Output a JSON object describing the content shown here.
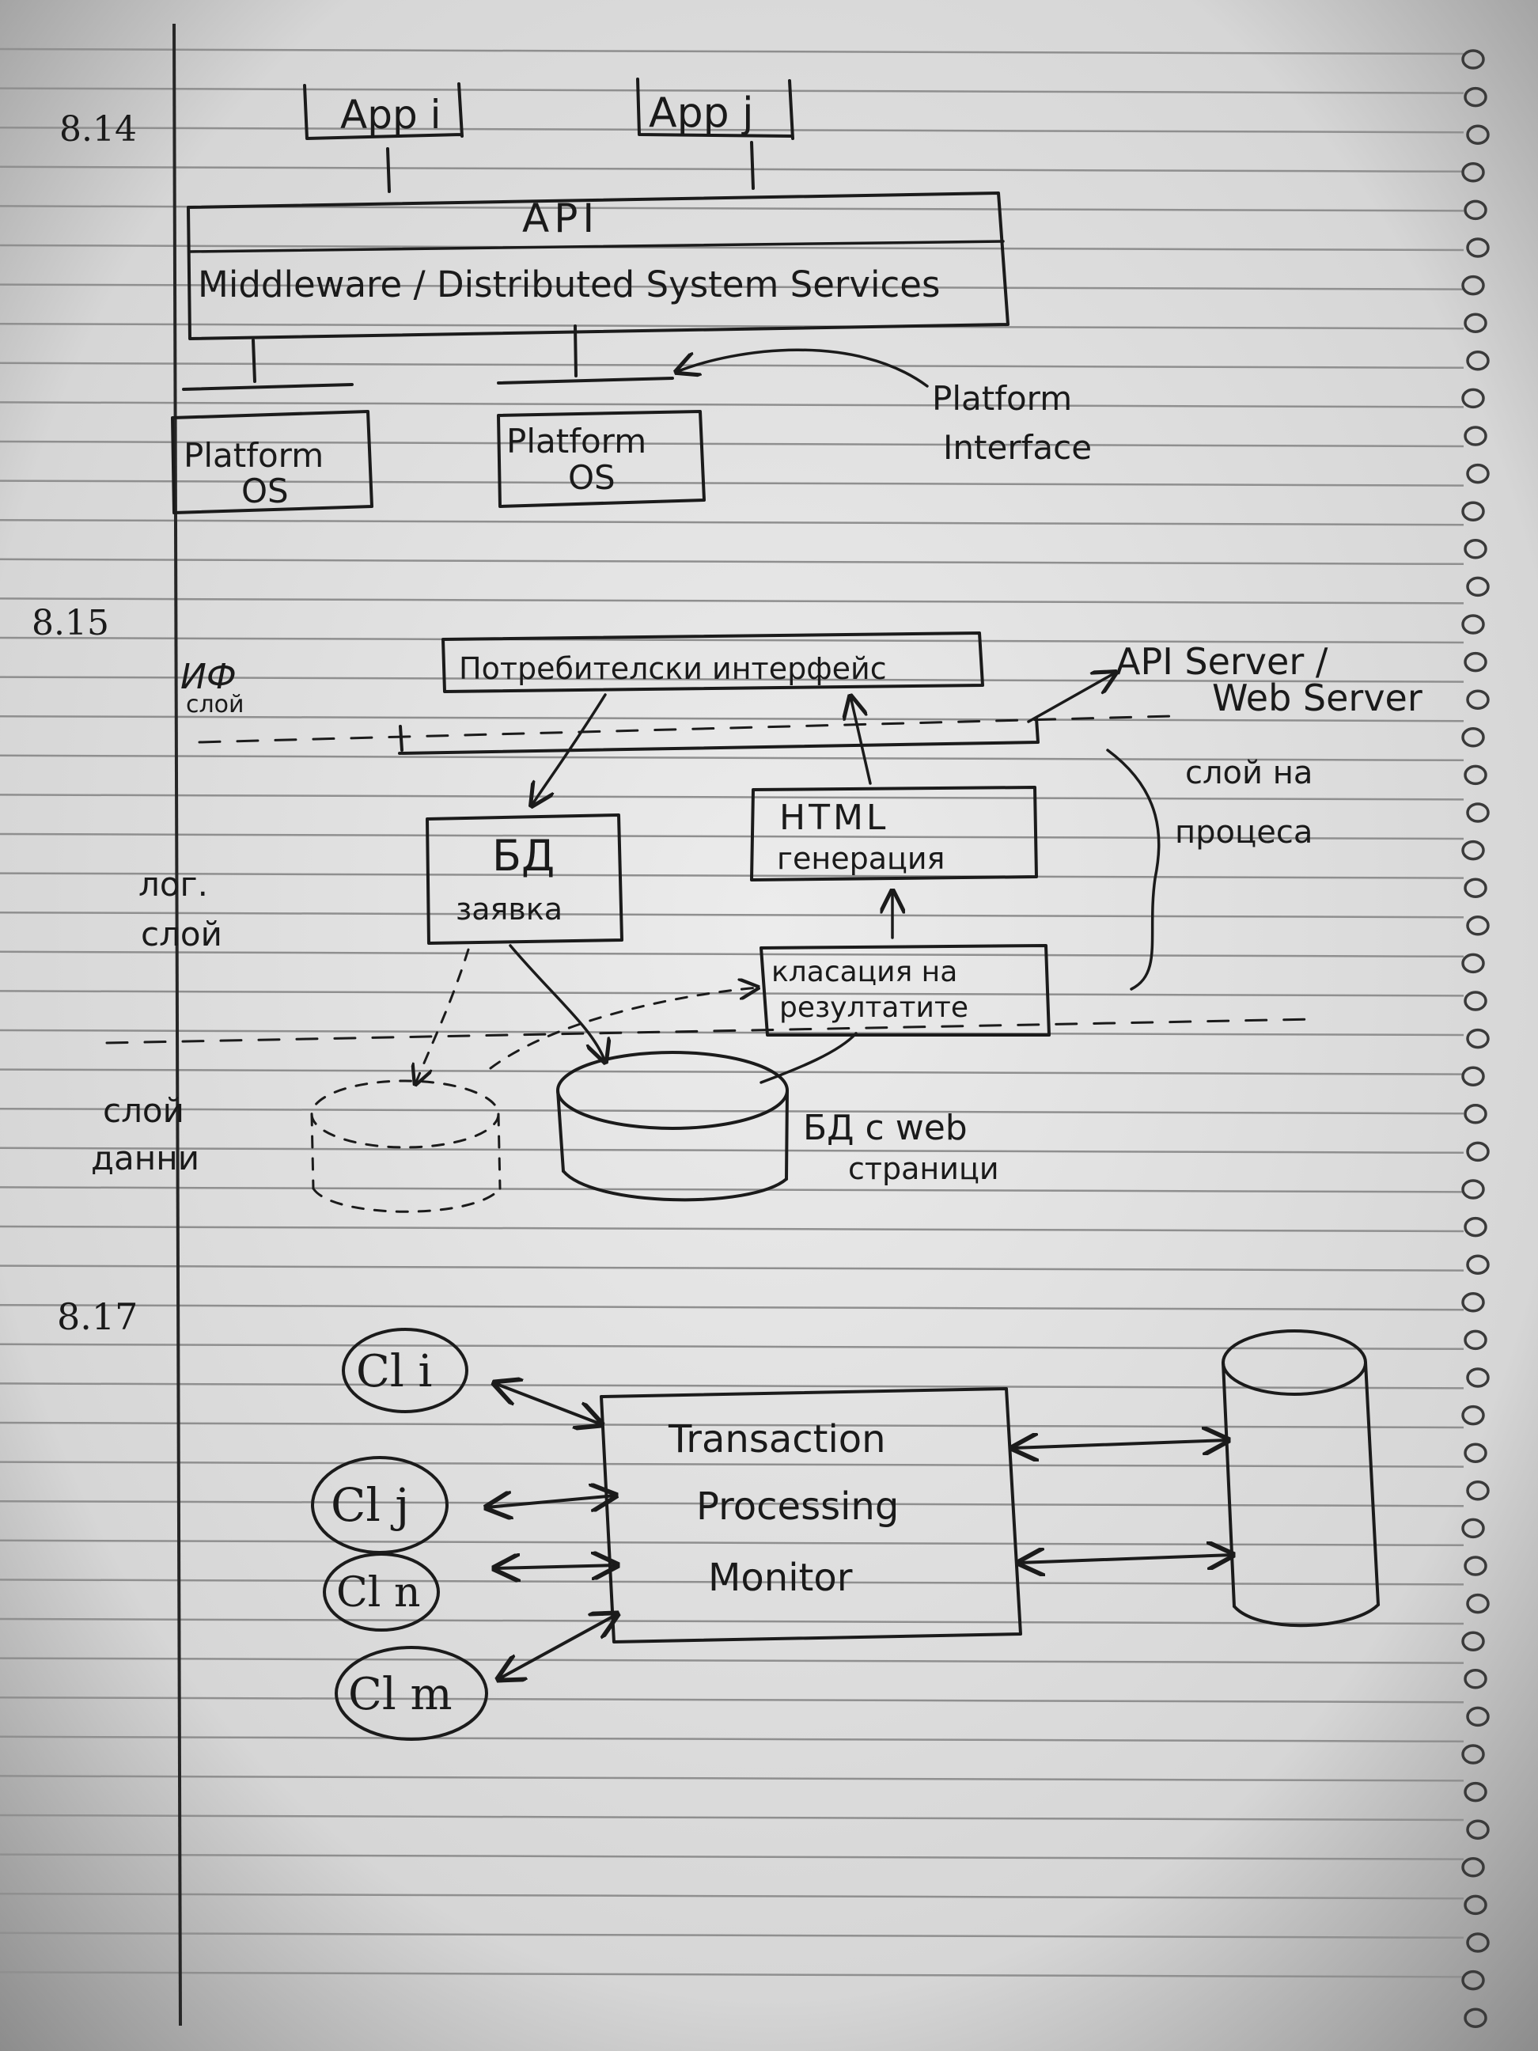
{
  "sections": [
    {
      "number": "8.14",
      "apps": [
        "App i",
        "App j"
      ],
      "api": "API",
      "middleware": "Middleware / Distributed System Services",
      "platforms": [
        {
          "line1": "Platform",
          "line2": "OS"
        },
        {
          "line1": "Platform",
          "line2": "OS"
        }
      ],
      "platform_interface": {
        "line1": "Platform",
        "line2": "Interface"
      }
    },
    {
      "number": "8.15",
      "if_layer": {
        "line1": "ИФ",
        "line2": "слой"
      },
      "ui_box": "Потребителски интерфейс",
      "api_server": {
        "line1": "API Server /",
        "line2": "Web Server"
      },
      "process_layer": {
        "line1": "слой на",
        "line2": "процеса"
      },
      "db_request": {
        "line1": "БД",
        "line2": "заявка"
      },
      "html_gen": {
        "line1": "HTML",
        "line2": "генерация"
      },
      "result_class": {
        "line1": "класация на",
        "line2": "резултатите"
      },
      "logic_layer": {
        "line1": "лог.",
        "line2": "слой"
      },
      "data_layer": {
        "line1": "слой",
        "line2": "данни"
      },
      "db_web": {
        "line1": "БД с web",
        "line2": "страници"
      }
    },
    {
      "number": "8.17",
      "clients": [
        "Cl i",
        "Cl j",
        "Cl n",
        "Cl m"
      ],
      "tpm": {
        "line1": "Transaction",
        "line2": "Processing",
        "line3": "Monitor"
      }
    }
  ],
  "colors": {
    "paper": "#e6e6e6",
    "ink": "#1b1b1b",
    "rule_line": "#8f8f8f",
    "margin_line": "#262626"
  }
}
